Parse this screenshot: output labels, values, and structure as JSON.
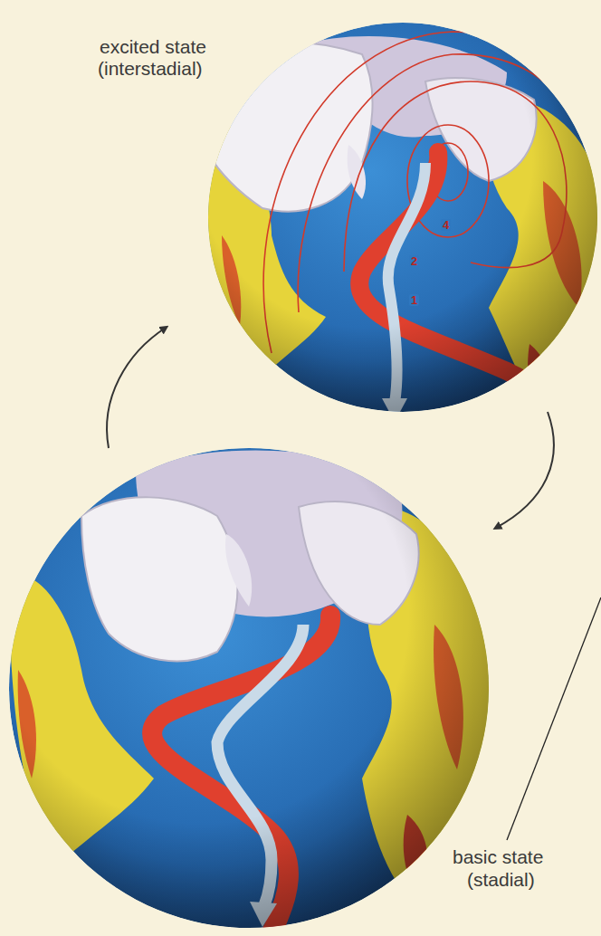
{
  "diagram": {
    "labels": [
      "excited state",
      "(interstadial)",
      "basic state",
      "(stadial)",
      "1",
      "2",
      "4"
    ]
  }
}
